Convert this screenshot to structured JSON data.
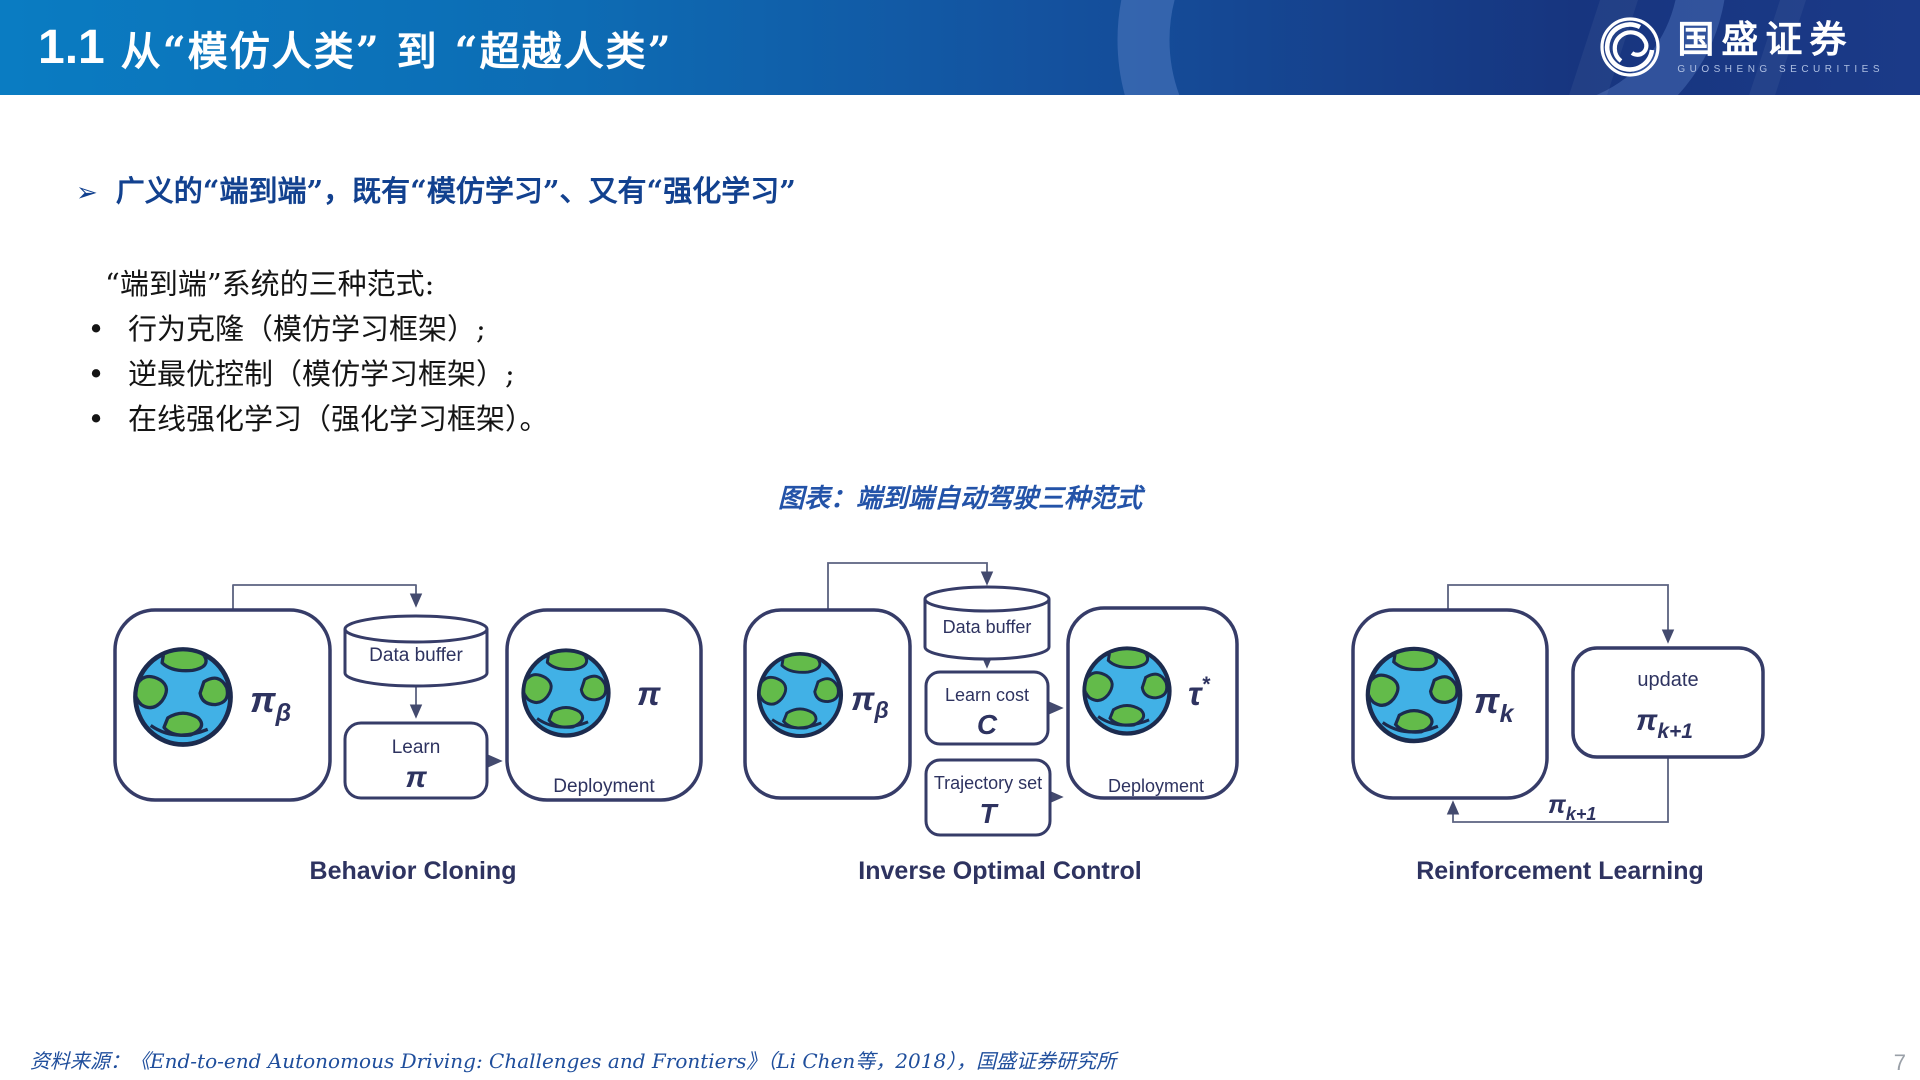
{
  "header": {
    "section_number": "1.1",
    "title": "从“模仿人类” 到 “超越人类”",
    "brand_name": "国盛证券",
    "brand_subtitle": "GUOSHENG SECURITIES"
  },
  "colors": {
    "header_gradient_left": "#0a7cc2",
    "header_gradient_right": "#17357f",
    "accent_text_blue": "#12418f",
    "caption_blue": "#2353a8",
    "diagram_navy": "#2e3360",
    "globe_ocean": "#41b1e6",
    "globe_land": "#63bb4a"
  },
  "content": {
    "bullet_marker": "➢",
    "headline": "广义的“端到端”，既有“模仿学习”、又有“强化学习”",
    "paragraph_title": "“端到端”系统的三种范式:",
    "bullet_glyph": "•",
    "bullet_items": [
      "行为克隆（模仿学习框架）;",
      "逆最优控制（模仿学习框架）;",
      "在线强化学习（强化学习框架）。"
    ],
    "figure_caption": "图表：端到端自动驾驶三种范式"
  },
  "diagram": {
    "behavior_cloning": {
      "label": "Behavior Cloning",
      "env_policy_base": "π",
      "env_policy_sub": "β",
      "data_buffer": "Data buffer",
      "learn_label": "Learn",
      "learn_symbol": "π",
      "deploy_policy": "π",
      "deployment_label": "Deployment"
    },
    "inverse_optimal_control": {
      "label": "Inverse Optimal Control",
      "env_policy_base": "π",
      "env_policy_sub": "β",
      "data_buffer": "Data buffer",
      "learn_cost_label": "Learn cost",
      "learn_cost_symbol": "C",
      "trajectory_label": "Trajectory set",
      "trajectory_symbol": "T",
      "deploy_symbol_base": "τ",
      "deploy_symbol_sup": "*",
      "deployment_label": "Deployment"
    },
    "reinforcement_learning": {
      "label": "Reinforcement Learning",
      "env_policy_base": "π",
      "env_policy_sub": "k",
      "update_label": "update",
      "update_policy_base": "π",
      "update_policy_sub": "k+1",
      "feedback_policy_base": "π",
      "feedback_policy_sub": "k+1"
    }
  },
  "footer": {
    "source": "资料来源：《End-to-end Autonomous Driving: Challenges and Frontiers》（Li Chen等，2018），国盛证券研究所",
    "page_number": "7"
  }
}
